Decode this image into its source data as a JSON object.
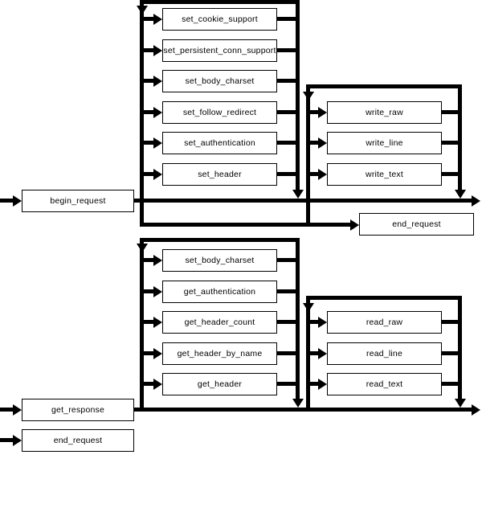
{
  "diagram": {
    "type": "flow",
    "colors": {
      "line": "#000000",
      "background": "#ffffff",
      "node_fill": "#ffffff",
      "text": "#000000"
    },
    "icons": {
      "arrow_right": "solid right-pointing triangle arrowhead",
      "arrow_down": "solid down-pointing triangle arrowhead"
    },
    "request_phase": {
      "entry_label": "begin_request",
      "settings_loop": [
        {
          "label": "set_cookie_support"
        },
        {
          "label": "set_persistent_conn_support"
        },
        {
          "label": "set_body_charset"
        },
        {
          "label": "set_follow_redirect"
        },
        {
          "label": "set_authentication"
        },
        {
          "label": "set_header"
        }
      ],
      "write_loop": [
        {
          "label": "write_raw"
        },
        {
          "label": "write_line"
        },
        {
          "label": "write_text"
        }
      ],
      "end_label": "end_request"
    },
    "response_phase": {
      "entry_label": "get_response",
      "header_loop": [
        {
          "label": "set_body_charset"
        },
        {
          "label": "get_authentication"
        },
        {
          "label": "get_header_count"
        },
        {
          "label": "get_header_by_name"
        },
        {
          "label": "get_header"
        }
      ],
      "read_loop": [
        {
          "label": "read_raw"
        },
        {
          "label": "read_line"
        },
        {
          "label": "read_text"
        }
      ],
      "end_label": "end_request"
    }
  }
}
